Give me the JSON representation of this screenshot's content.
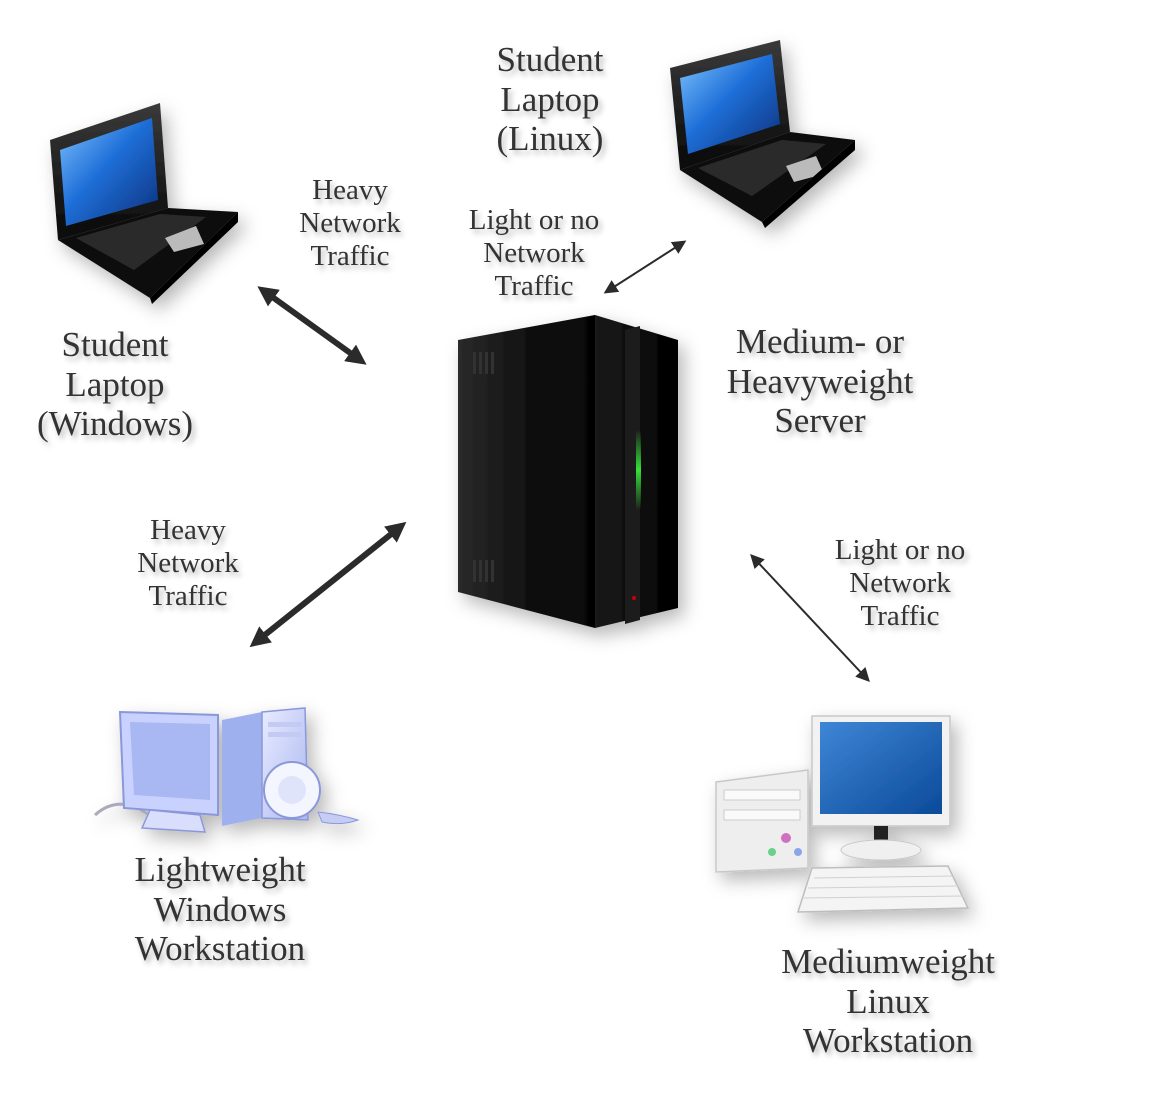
{
  "nodes": {
    "laptop_linux": {
      "lines": [
        "Student",
        "Laptop",
        "(Linux)"
      ]
    },
    "laptop_windows": {
      "lines": [
        "Student",
        "Laptop",
        "(Windows)"
      ]
    },
    "server": {
      "lines": [
        "Medium- or",
        "Heavyweight",
        "Server"
      ]
    },
    "ws_windows": {
      "lines": [
        "Lightweight",
        "Windows",
        "Workstation"
      ]
    },
    "ws_linux": {
      "lines": [
        "Mediumweight",
        "Linux",
        "Workstation"
      ]
    }
  },
  "links": {
    "laptop_windows_server": {
      "lines": [
        "Heavy",
        "Network",
        "Traffic"
      ]
    },
    "laptop_linux_server": {
      "lines": [
        "Light or no",
        "Network",
        "Traffic"
      ]
    },
    "ws_windows_server": {
      "lines": [
        "Heavy",
        "Network",
        "Traffic"
      ]
    },
    "ws_linux_server": {
      "lines": [
        "Light or no",
        "Network",
        "Traffic"
      ]
    }
  },
  "colors": {
    "label_text": "#333333",
    "arrow": "#2b2b2b",
    "server_led": "#35e03a",
    "laptop_screen": "#1f6fd8"
  }
}
